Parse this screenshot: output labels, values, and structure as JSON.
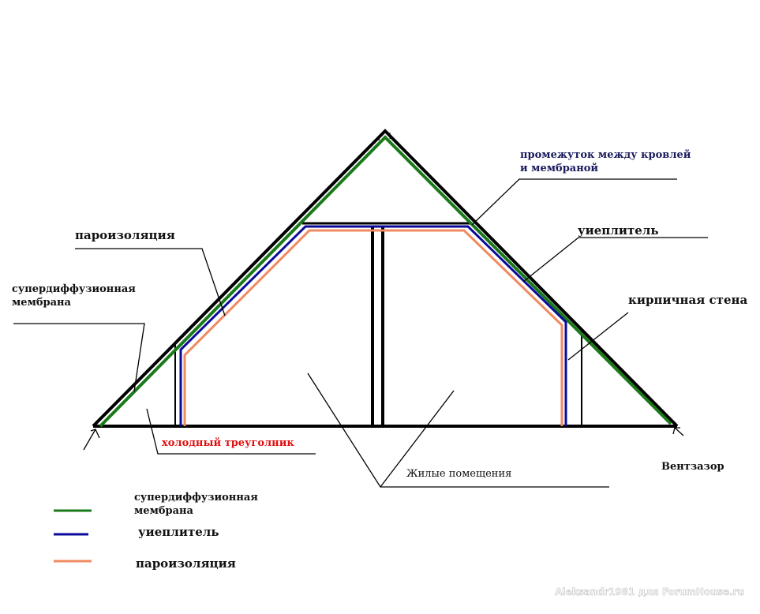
{
  "labels": {
    "gap": "промежуток между кровлей\nи мембраной",
    "insulation": "уиеплитель",
    "brick_wall": "кирпичная стена",
    "vapor_barrier": "пароизоляция",
    "membrane": "супердиффузионная\nмембрана",
    "cold_triangle": "холодный треуголник",
    "living_rooms": "Жилые помещения",
    "vent_gap": "Вентзазор"
  },
  "legend": [
    {
      "label": "супердиффузионная\nмембрана",
      "color": "#1a7a1a"
    },
    {
      "label": "уиеплитель",
      "color": "#0a0a9a"
    },
    {
      "label": "пароизоляция",
      "color": "#f08a60"
    }
  ],
  "watermark": "Aleksandr1981 для ForumHouse.ru"
}
